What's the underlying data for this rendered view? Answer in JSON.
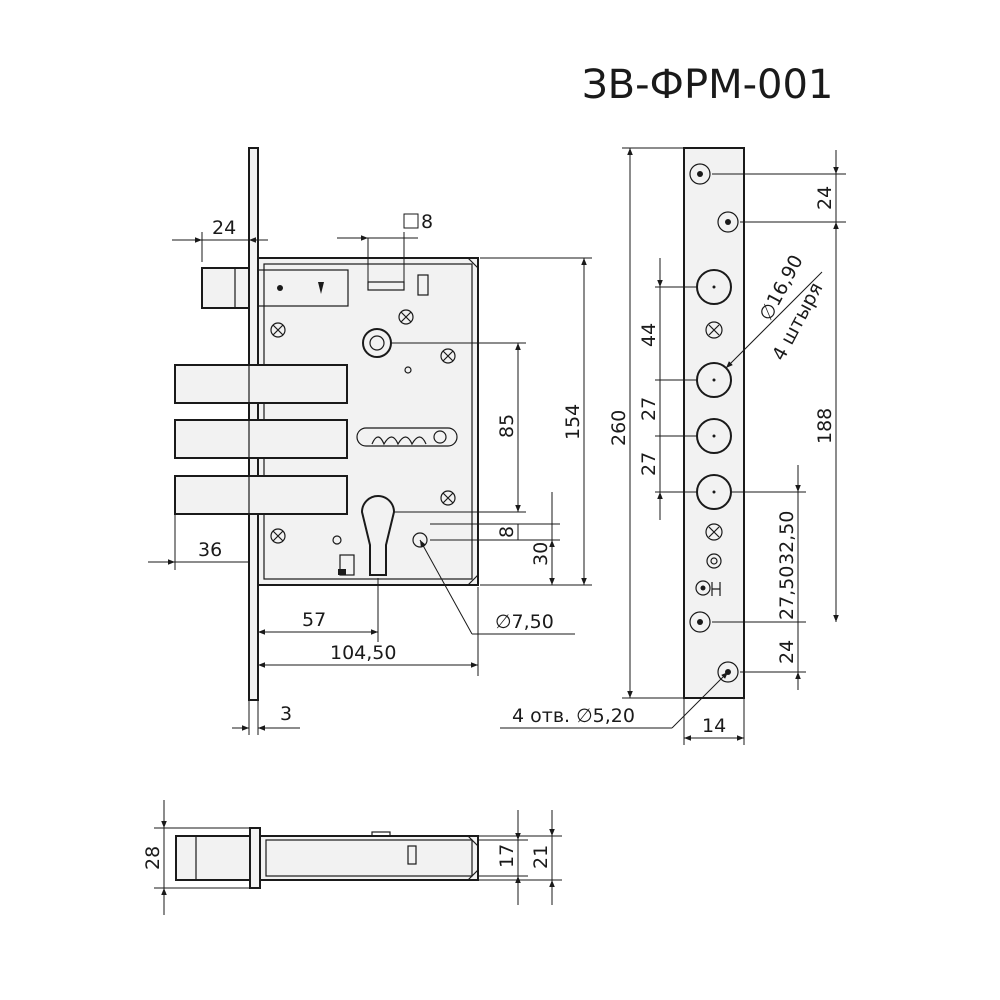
{
  "title": "ЗВ-ФРМ-001",
  "front_view": {
    "dim_bolt_protrusion": "24",
    "dim_square": "8",
    "dim_bolt_length": "36",
    "dim_spindle_to_cylinder": "85",
    "dim_body_height": "154",
    "dim_cylinder_offset": "8",
    "dim_cylinder_to_bottom": "30",
    "dim_backset": "57",
    "dim_body_depth": "104,50",
    "dim_faceplate_thickness": "3",
    "dim_hole_diameter": "∅7,50"
  },
  "faceplate_view": {
    "dim_total_height": "260",
    "dim_top_hole": "24",
    "dim_pins_span": "188",
    "dim_pin_diameter": "∅16,90",
    "dim_pin_count": "4 штыря",
    "dim_upper_gap": "44",
    "dim_pin_pitch_1": "27",
    "dim_pin_pitch_2": "27",
    "dim_lower_gap": "32,50",
    "dim_lower_gap_2": "27,50",
    "dim_bottom_hole": "24",
    "dim_holes_note": "4 отв. ∅5,20",
    "dim_width": "14"
  },
  "bottom_view": {
    "dim_bolt_height": "28",
    "dim_inner": "17",
    "dim_outer": "21"
  }
}
